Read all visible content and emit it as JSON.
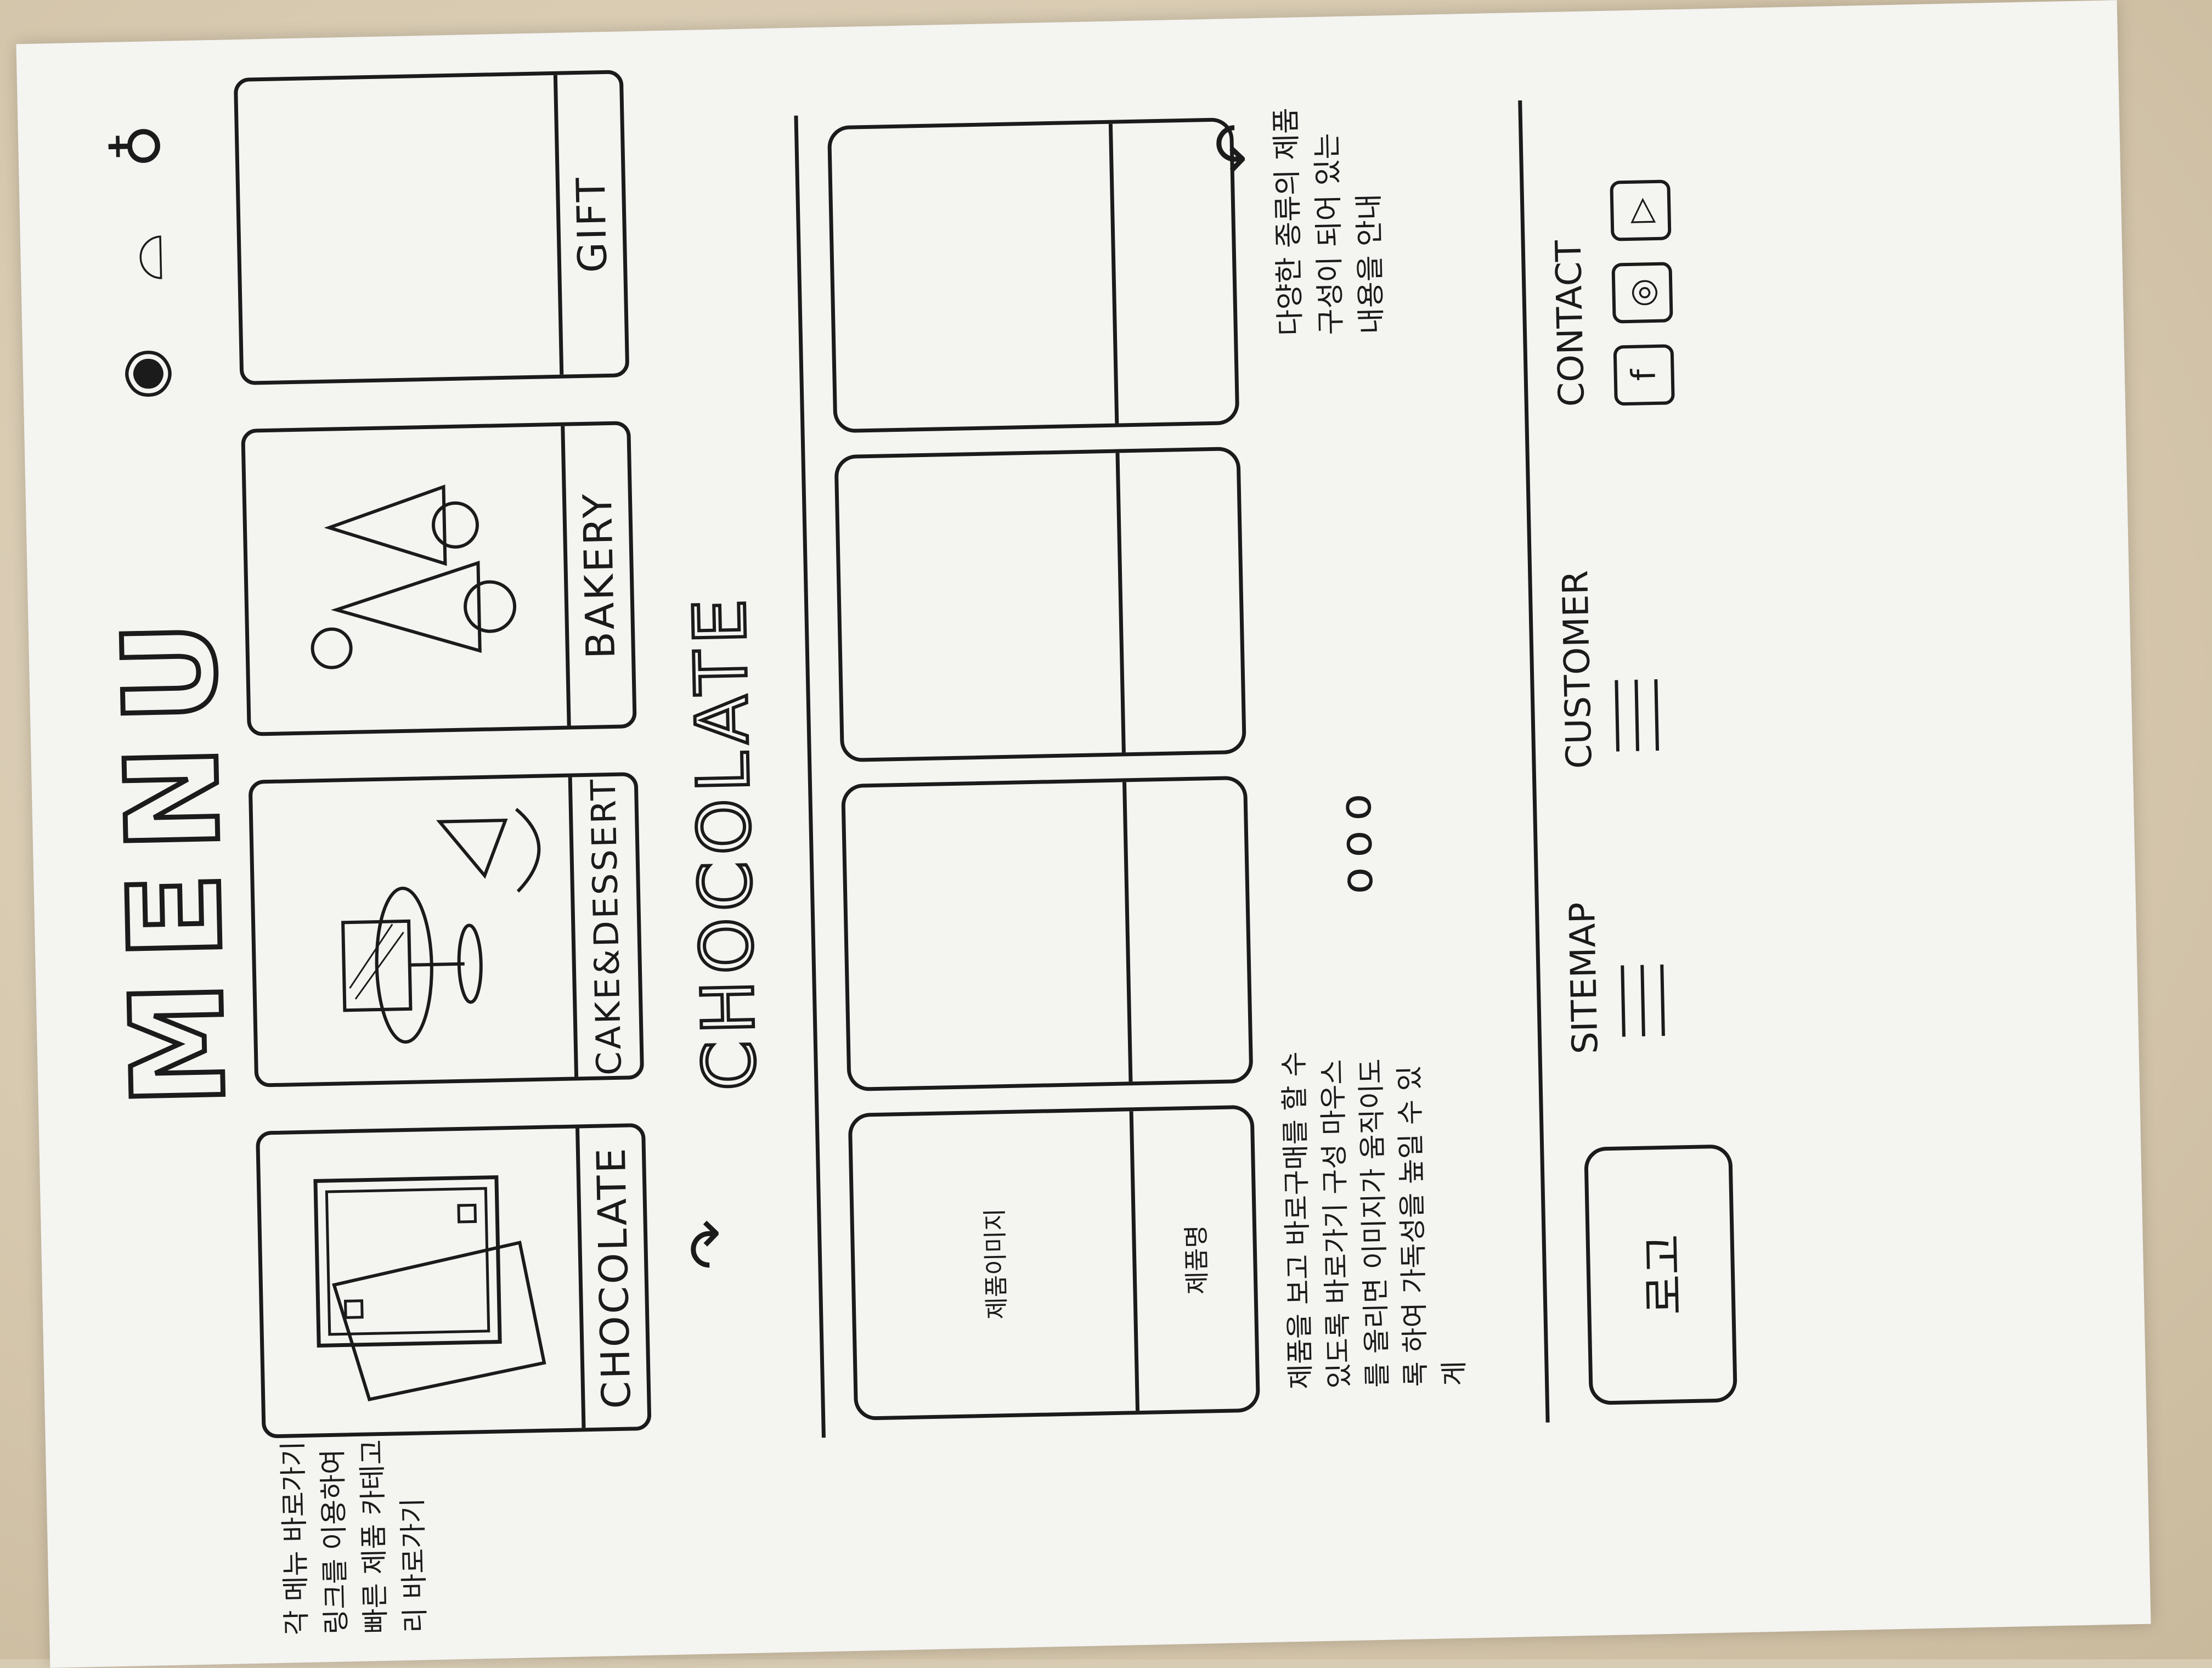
{
  "sketch": {
    "title": "MENU",
    "top_icons": [
      "eye-icon",
      "bag-icon",
      "person-icon"
    ],
    "left_note": "각 메뉴 바로가기 링크를 이용하여 빠른 제품 카테고리 바로가기",
    "categories": [
      {
        "label": "CHOCOLATE",
        "picture": "chocolate-box-drawing"
      },
      {
        "label": "CAKE&DESSERT",
        "picture": "cake-drawing"
      },
      {
        "label": "BAKERY",
        "picture": "bread-drawing"
      },
      {
        "label": "GIFT",
        "picture": "blank"
      }
    ],
    "section_title": "CHOCOLATE",
    "products": [
      {
        "image_text": "제품이미지",
        "name": "제품명"
      },
      {
        "image_text": "",
        "name": ""
      },
      {
        "image_text": "",
        "name": ""
      },
      {
        "image_text": "",
        "name": ""
      }
    ],
    "product_note": "제품을 보고 바로구매를 할 수 있도록 바로가기 구성 마우스를 올리면 이미지가 움직이도록 하여 가독성을 높일 수 있게",
    "more_dots": "ooo",
    "right_note": "다양한 종류의 제품구성이 되어 있는 내용을 안내",
    "footer": {
      "logo": "로고",
      "sitemap": "SITEMAP",
      "customer": "CUSTOMER",
      "contact": "CONTACT",
      "social": [
        "f",
        "◎",
        "▷"
      ]
    }
  }
}
